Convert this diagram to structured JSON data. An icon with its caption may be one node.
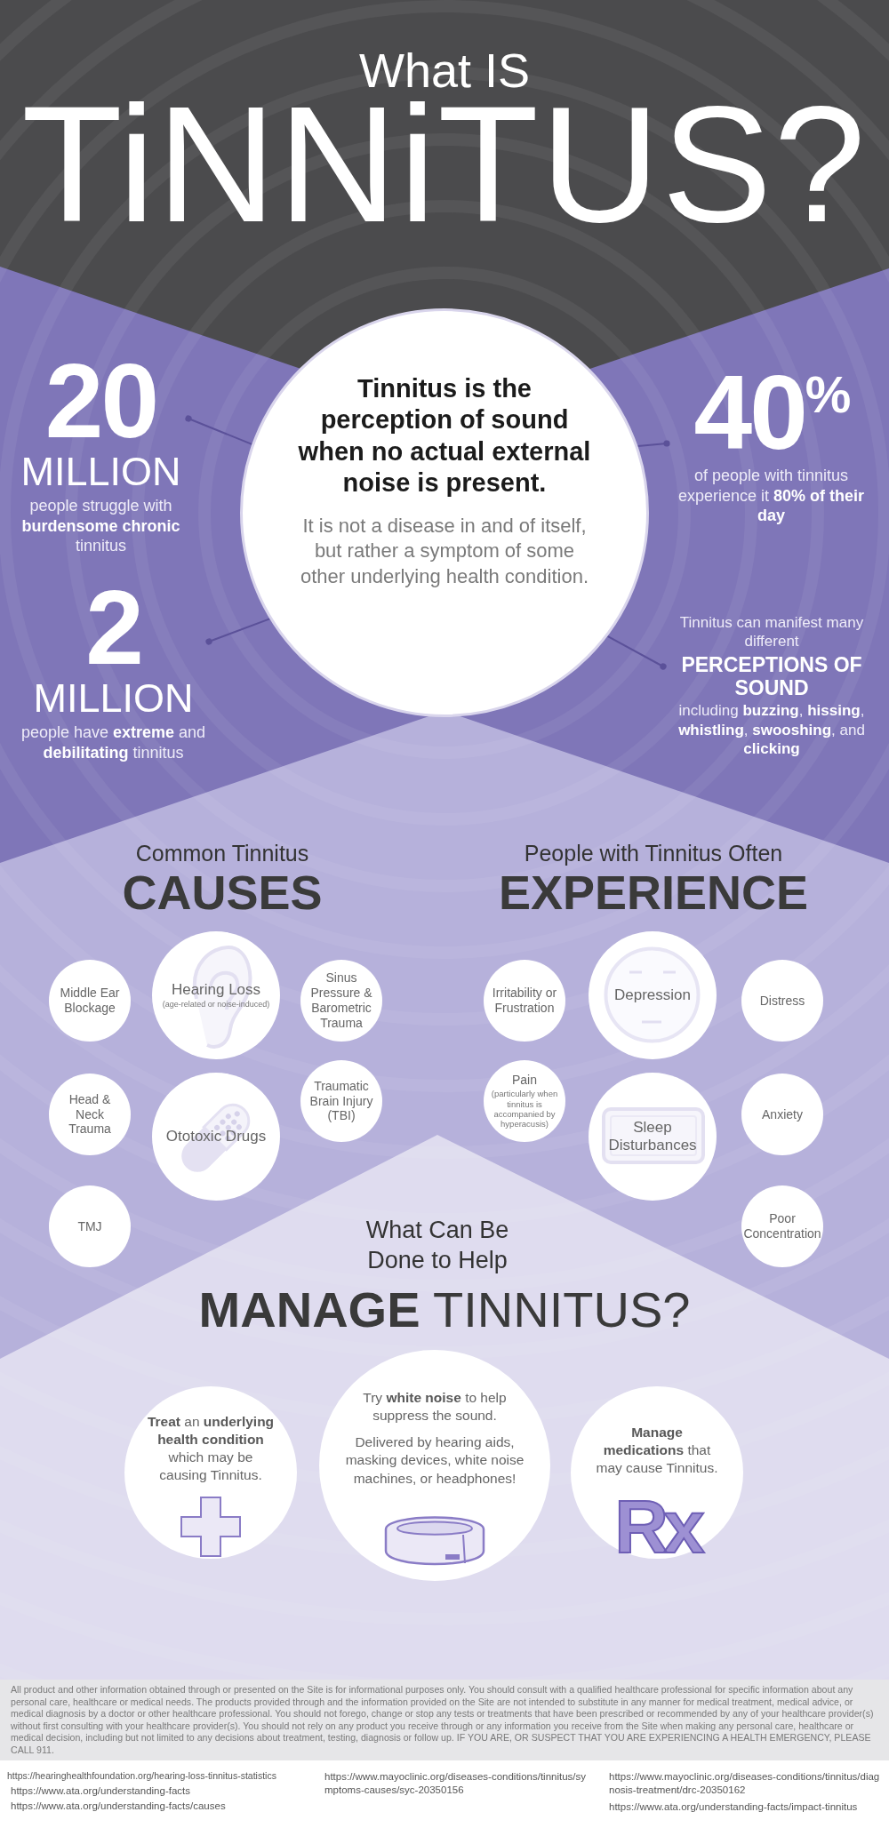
{
  "diagram": {
    "title": "What IS TiNNiTUS?",
    "nodes": [
      {
        "text": [
          "Tinnitus is the perception of sound when no actual external noise is present.",
          "It is not a disease in and of itself, but rather a symptom of some other underlying health condition."
        ]
      },
      {
        "text": [
          "20",
          "MILLION",
          "people struggle with **burdensome chronic** tinnitus"
        ]
      },
      {
        "text": [
          "40$^{%}$",
          "of people with tinnitus experience it **80% of their day**"
        ]
      },
      {
        "text": [
          "2",
          "MILLION",
          "people have **extreme** and **debilitating** tinnitus"
        ]
      },
      {
        "text": [
          "Tinnitus can manifest many different",
          "PERCEPTIONS OF SOUND",
          "including **buzzing**, **hissing**, **whistling**, **swooshing**, and **clicking**"
        ]
      },
      {
        "text": [
          "Middle Ear Blockage"
        ]
      },
      {
        "text": [
          "Hearing Loss",
          "(age-related or noise-induced)"
        ]
      },
      {
        "text": [
          "Sinus Pressure & Barometric Trauma"
        ]
      },
      {
        "text": [
          "Head & Neck Trauma"
        ]
      },
      {
        "text": [
          "Ototoxic Drugs"
        ]
      },
      {
        "text": [
          "Traumatic Brain Injury (TBI)"
        ]
      },
      {
        "text": [
          "TMJ"
        ]
      },
      {
        "text": [
          "Irritability or Frustration"
        ]
      },
      {
        "text": [
          "Depression"
        ]
      },
      {
        "text": [
          "Distress"
        ]
      },
      {
        "text": [
          "Pain",
          "(particularly when tinnitus is accompanied by hyperacusis)"
        ]
      },
      {
        "text": [
          "Sleep Disturbances"
        ]
      },
      {
        "text": [
          "Anxiety"
        ]
      },
      {
        "text": [
          "Poor Concentration"
        ]
      },
      {
        "text": [
          "**Treat** an **underlying health condition** which may be causing Tinnitus."
        ]
      },
      {
        "text": [
          "Try **white noise** to help suppress the sound.",
          "Delivered by hearing aids, masking devices, white noise machines, or headphones!"
        ]
      },
      {
        "text": [
          "**Manage medications** that may cause Tinnitus.",
          "Rx"
        ]
      }
    ],
    "edges": [
      {
        "from": 1,
        "to": 0,
        "arrow": "other"
      },
      {
        "from": 2,
        "to": 0,
        "arrow": "other"
      },
      {
        "from": 3,
        "to": 0,
        "arrow": "other"
      },
      {
        "from": 4,
        "to": 0,
        "arrow": "other"
      }
    ],
    "labels": [
      "Common Tinnitus",
      "CAUSES",
      "People with Tinnitus Often",
      "EXPERIENCE",
      "What Can Be Done to Help",
      "**MANAGE** TINNITUS?",
      "All product and other information obtained through or presented on the Site is for informational purposes only. You should consult with a qualified healthcare professional for specific information about any personal care, healthcare or medical needs. The products provided through and the information provided on the Site are not intended to substitute in any manner for medical treatment, medical advice, or medical diagnosis by a doctor or other healthcare professional. You should not forego, change or stop any tests or treatments that have been prescribed or recommended by any of your healthcare provider(s) without first consulting with your healthcare provider(s). You should not rely on any product you receive through or any information you receive from the Site when making any personal care, healthcare or medical decision, including but not limited to any decisions about treatment, testing, diagnosis or follow up. IF YOU ARE, OR SUSPECT THAT YOU ARE EXPERIENCING A HEALTH EMERGENCY, PLEASE CALL 911.",
      "https://hearinghealthfoundation.org/hearing-loss-tinnitus-statistics",
      "https://www.ata.org/understanding-facts",
      "https://www.ata.org/understanding-facts/causes",
      "https://www.mayoclinic.org/diseases-conditions/tinnitus/symptoms-causes/syc-20350156",
      "https://www.mayoclinic.org/diseases-conditions/tinnitus/diagnosis-treatment/drc-20350162",
      "https://www.ata.org/understanding-facts/impact-tinnitus"
    ]
  }
}
